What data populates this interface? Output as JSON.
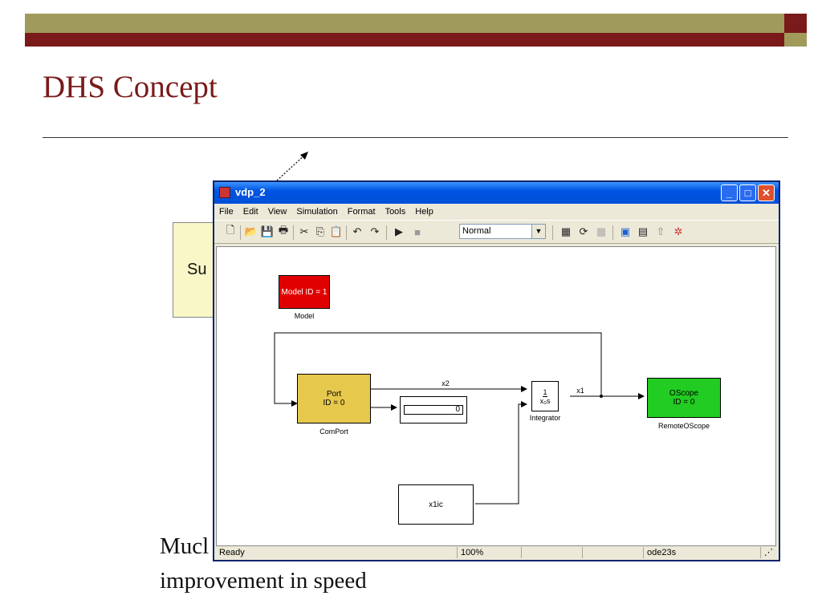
{
  "slide": {
    "title": "DHS Concept",
    "behind_box_text": "Su",
    "bullet_line1": "Mucl",
    "bullet_line2": "improvement in speed",
    "colors": {
      "title": "#7a1a1a",
      "olive": "#a09b5b",
      "maroon": "#7a1a1a"
    }
  },
  "window": {
    "title": "vdp_2",
    "controls": {
      "minimize": "_",
      "maximize": "□",
      "close": "✕"
    },
    "menu": [
      "File",
      "Edit",
      "View",
      "Simulation",
      "Format",
      "Tools",
      "Help"
    ],
    "toolbar": {
      "icons": [
        "new-icon",
        "open-icon",
        "save-icon",
        "print-icon",
        "cut-icon",
        "copy-icon",
        "paste-icon",
        "undo-icon",
        "redo-icon",
        "play-icon",
        "stop-icon",
        "build-icon",
        "update-icon",
        "debug-icon",
        "library-icon",
        "model-explorer-icon",
        "up-icon",
        "hierarchy-icon"
      ],
      "mode_selected": "Normal"
    },
    "status": {
      "text": "Ready",
      "zoom": "100%",
      "solver": "ode23s"
    }
  },
  "model": {
    "model_block": {
      "text": "Model ID = 1",
      "label": "Model",
      "color": "#e00000"
    },
    "comport_block": {
      "line1": "Port",
      "line2": "ID = 0",
      "label": "ComPort",
      "color": "#e6c84c"
    },
    "display_block": {
      "value": "0"
    },
    "integrator_block": {
      "numerator": "1",
      "denominator": "x₀s",
      "label": "Integrator"
    },
    "scope_block": {
      "line1": "OScope",
      "line2": "ID = 0",
      "label": "RemoteOScope",
      "color": "#22cc22"
    },
    "ic_block": {
      "text": "x1ic"
    },
    "signals": {
      "x2": "x2",
      "x1": "x1"
    }
  }
}
